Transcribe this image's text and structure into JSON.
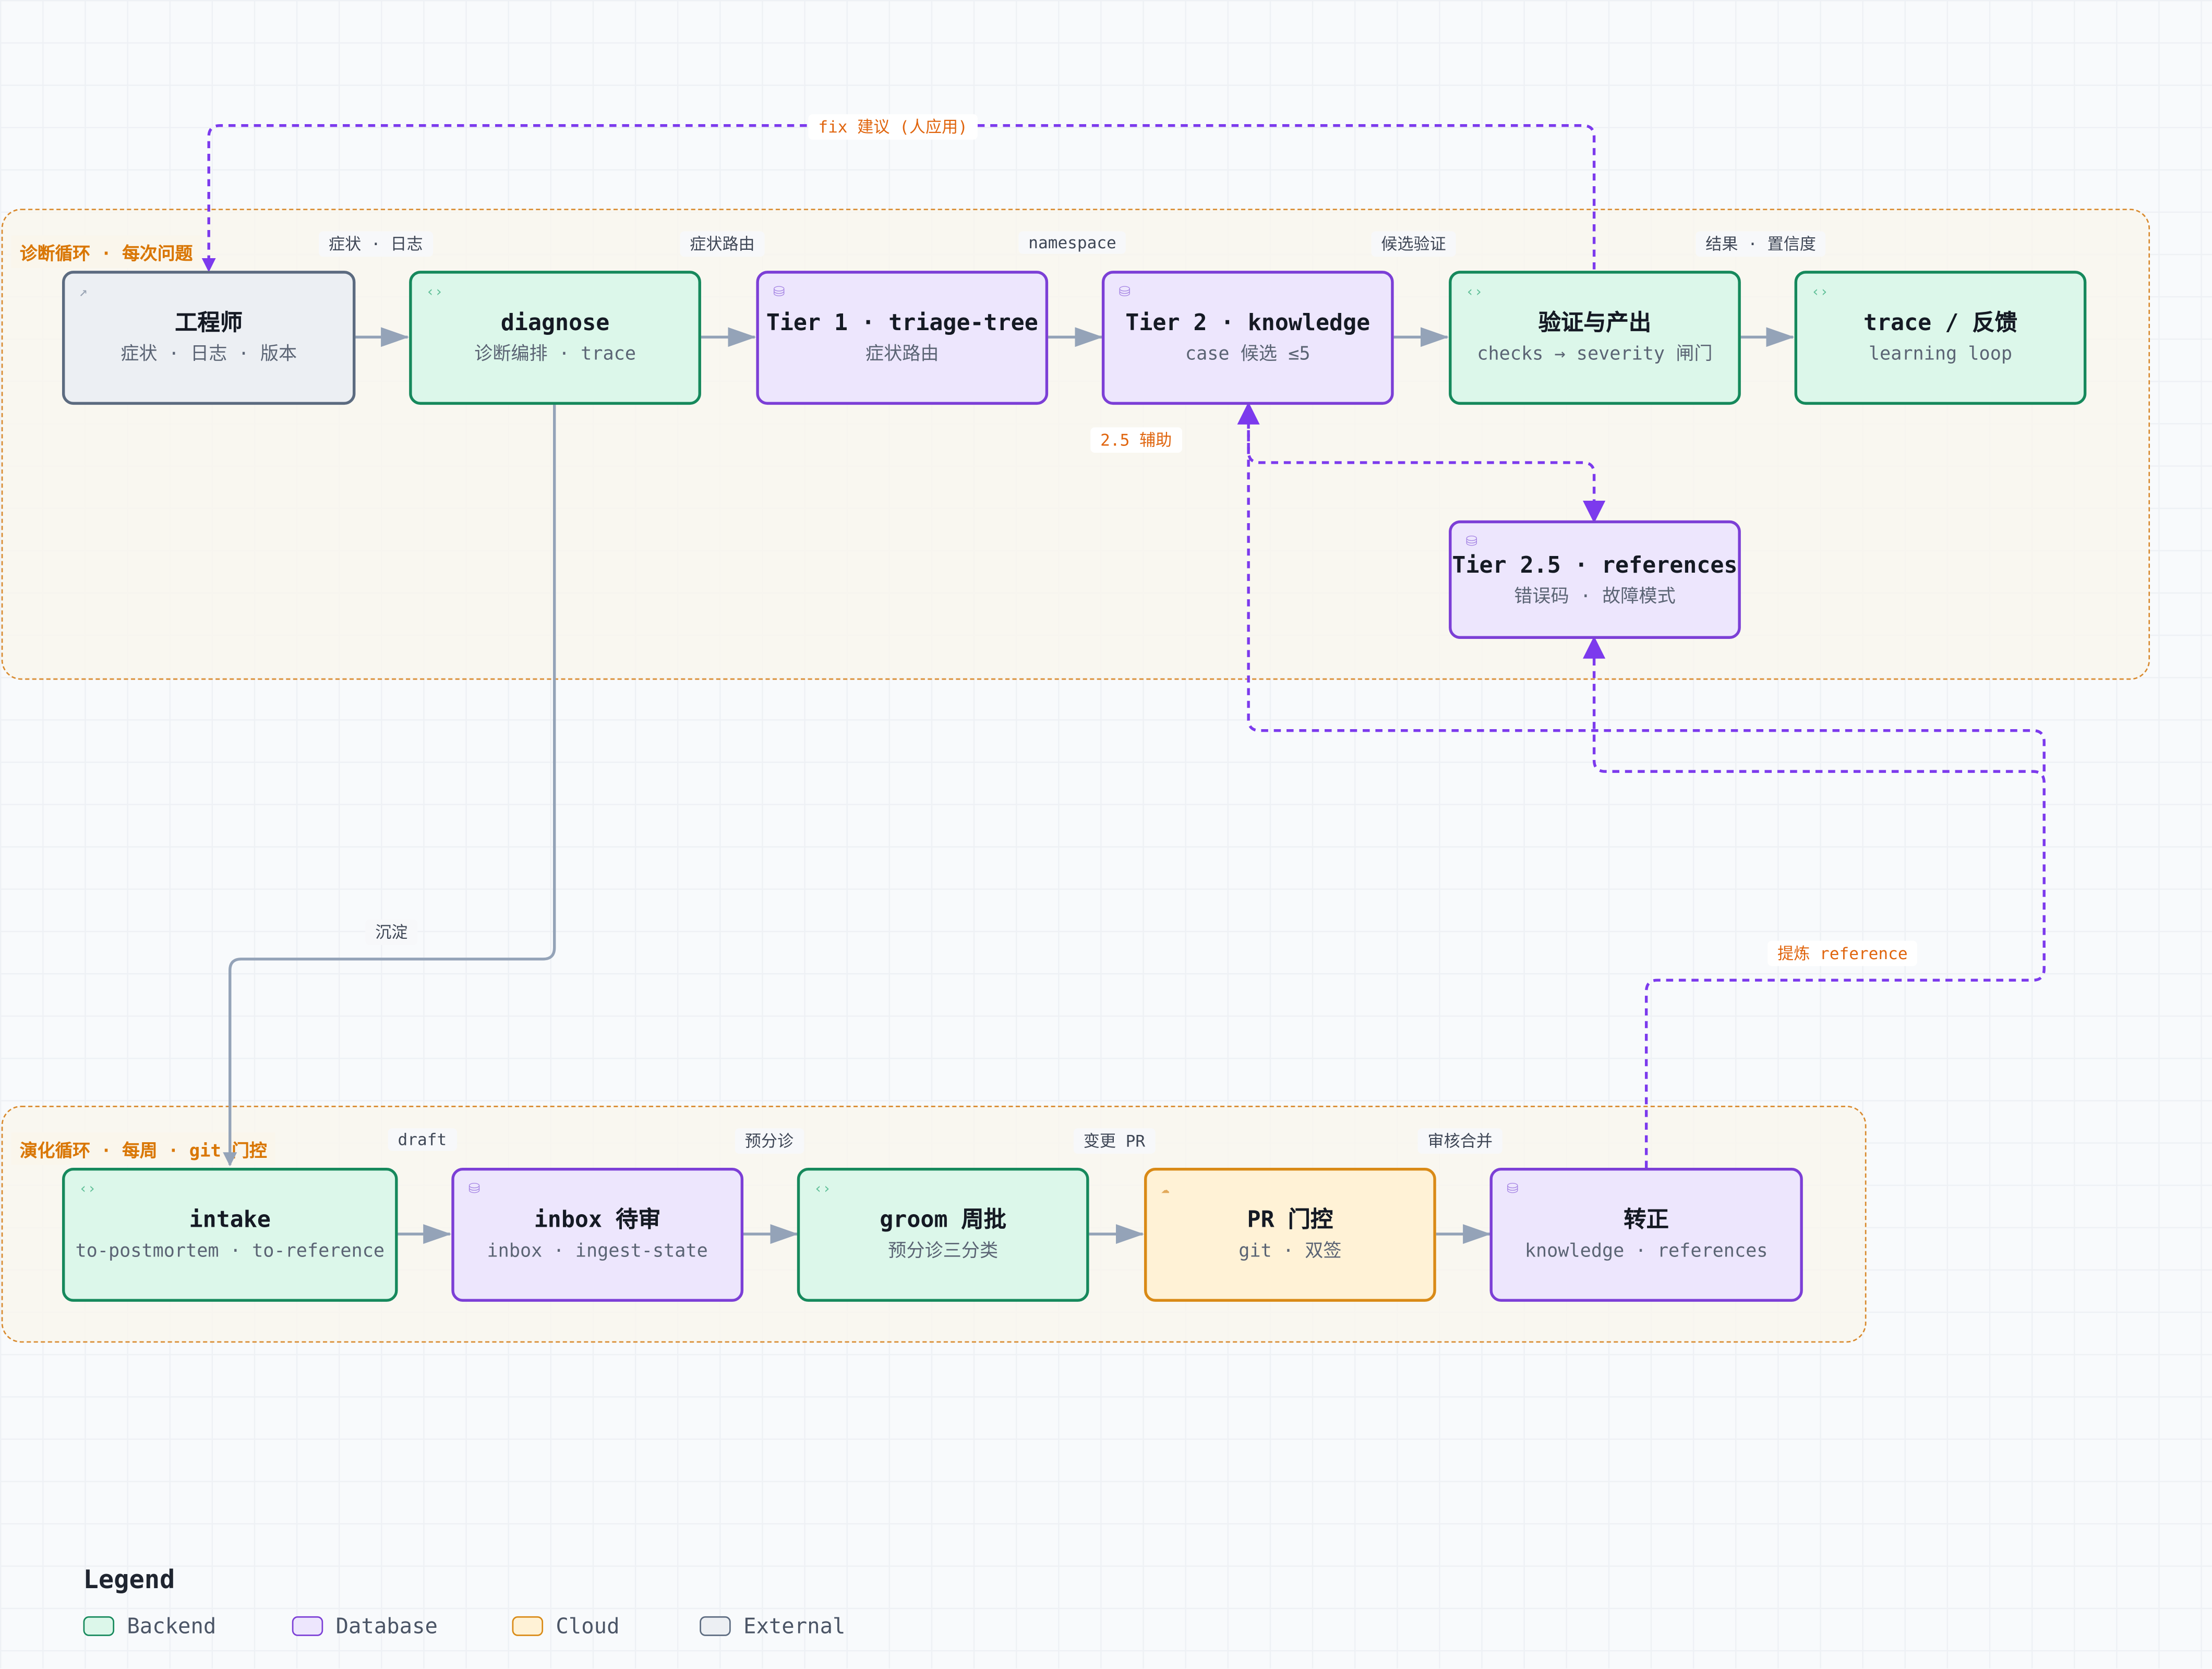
{
  "groups": {
    "diagnosis": {
      "label": "诊断循环 · 每次问题"
    },
    "evolution": {
      "label": "演化循环 · 每周 · git 门控"
    }
  },
  "nodes": {
    "engineer": {
      "title": "工程师",
      "sub": "症状 · 日志 · 版本",
      "kind": "external"
    },
    "diagnose": {
      "title": "diagnose",
      "sub": "诊断编排 · trace",
      "kind": "backend"
    },
    "tier1": {
      "title": "Tier 1 · triage-tree",
      "sub": "症状路由",
      "kind": "database"
    },
    "tier2": {
      "title": "Tier 2 · knowledge",
      "sub": "case 候选 ≤5",
      "kind": "database"
    },
    "verify": {
      "title": "验证与产出",
      "sub": "checks → severity 闸门",
      "kind": "backend"
    },
    "trace": {
      "title": "trace / 反馈",
      "sub": "learning loop",
      "kind": "backend"
    },
    "tier25": {
      "title": "Tier 2.5 · references",
      "sub": "错误码 · 故障模式",
      "kind": "database"
    },
    "intake": {
      "title": "intake",
      "sub": "to-postmortem · to-reference",
      "kind": "backend"
    },
    "inbox": {
      "title": "inbox 待审",
      "sub": "inbox · ingest-state",
      "kind": "database"
    },
    "groom": {
      "title": "groom 周批",
      "sub": "预分诊三分类",
      "kind": "backend"
    },
    "pr": {
      "title": "PR 门控",
      "sub": "git · 双签",
      "kind": "cloud"
    },
    "promote": {
      "title": "转正",
      "sub": "knowledge · references",
      "kind": "database"
    }
  },
  "edges": {
    "engineer_diagnose": "症状 · 日志",
    "diagnose_tier1": "症状路由",
    "tier1_tier2": "namespace",
    "tier2_verify": "候选验证",
    "verify_trace": "结果 · 置信度",
    "verify_engineer": "fix 建议 (人应用)",
    "tier2_tier25": "2.5 辅助",
    "diagnose_intake": "沉淀",
    "intake_inbox": "draft",
    "inbox_groom": "预分诊",
    "groom_pr": "变更 PR",
    "pr_promote": "审核合并",
    "promote_tier25": "提炼 reference"
  },
  "legend": {
    "title": "Legend",
    "items": [
      {
        "label": "Backend",
        "kind": "backend"
      },
      {
        "label": "Database",
        "kind": "database"
      },
      {
        "label": "Cloud",
        "kind": "cloud"
      },
      {
        "label": "External",
        "kind": "external"
      }
    ]
  },
  "colors": {
    "backend_fill": "#dcf7ea",
    "backend_border": "#16895c",
    "database_fill": "#ede6fd",
    "database_border": "#7c3fd6",
    "cloud_fill": "#fff2d6",
    "cloud_border": "#d98a16",
    "external_fill": "#eceff3",
    "external_border": "#5c6b80",
    "group_border": "#d98a2e",
    "solid_edge": "#94a3b8",
    "dashed_edge": "#7c3aed",
    "accent_label": "#e0650e"
  },
  "icons": {
    "backend": "code-brackets-icon",
    "database": "database-icon",
    "cloud": "cloud-icon",
    "external": "external-link-icon"
  }
}
